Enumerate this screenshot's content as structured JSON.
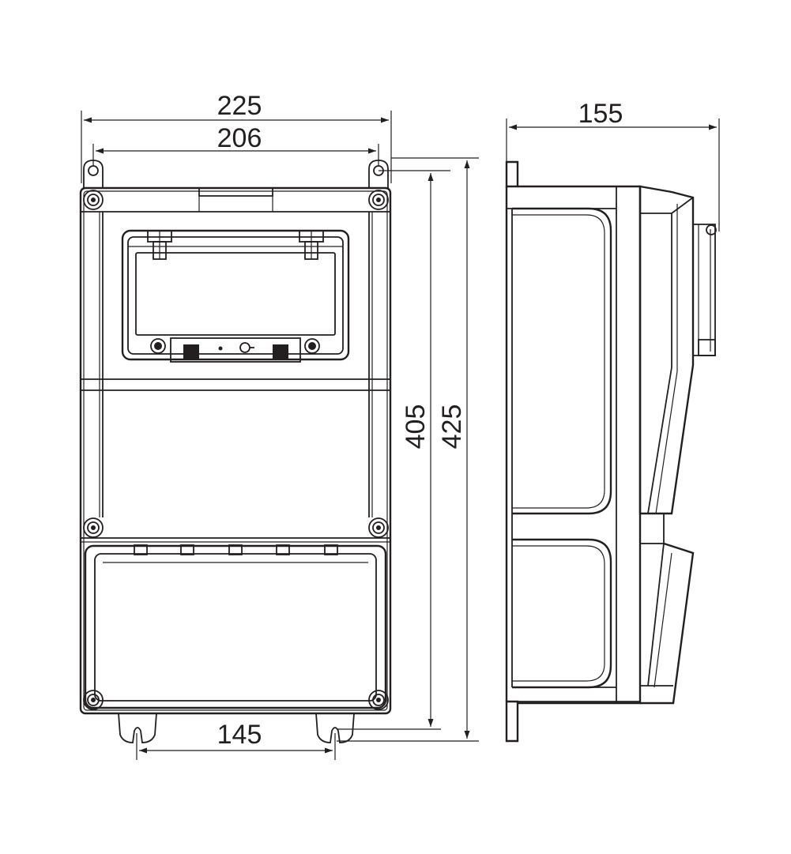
{
  "dimensions": {
    "overall_width": "225",
    "mounting_width": "206",
    "depth": "155",
    "mounting_height": "405",
    "overall_height": "425",
    "bottom_mounting": "145"
  }
}
